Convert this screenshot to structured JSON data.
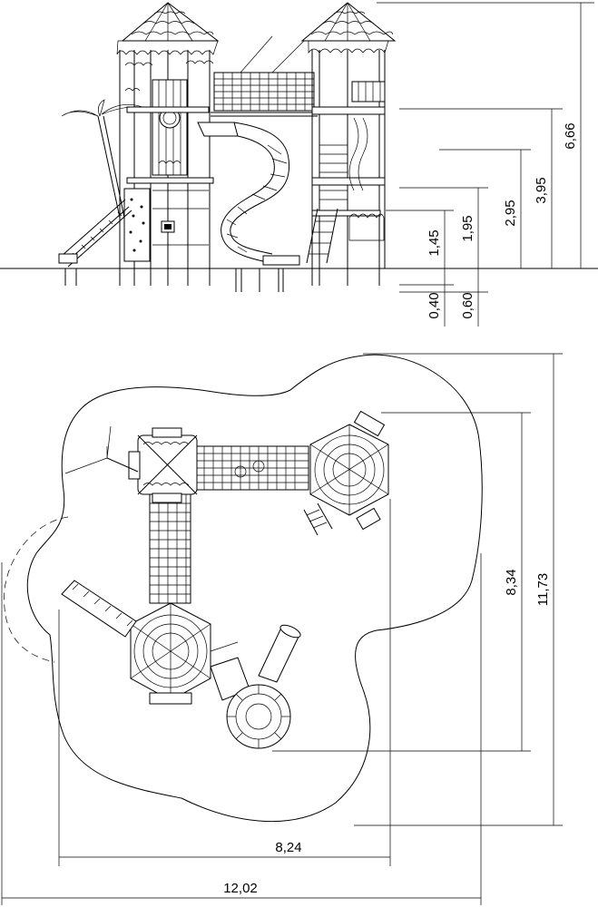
{
  "elevation": {
    "dimensions": {
      "total_height": "6,66",
      "roof_level": "3,95",
      "upper_deck": "2,95",
      "mid_deck": "1,95",
      "low_deck": "1,45",
      "below_ground_left": "0,40",
      "below_ground_right": "0,60"
    }
  },
  "plan": {
    "dimensions": {
      "depth_structure": "8,34",
      "depth_total": "11,73",
      "width_structure": "8,24",
      "width_total": "12,02"
    }
  }
}
